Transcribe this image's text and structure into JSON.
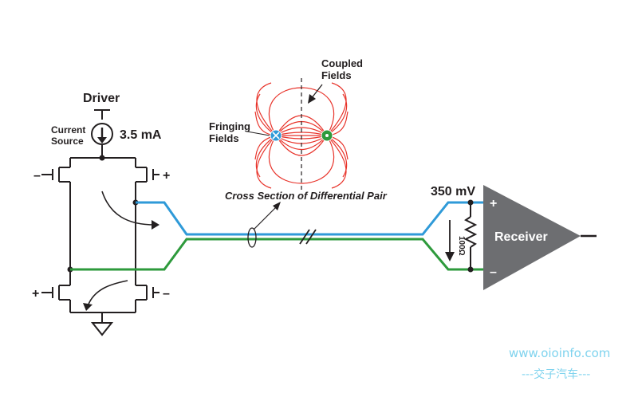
{
  "labels": {
    "driver": "Driver",
    "current_source_line1": "Current",
    "current_source_line2": "Source",
    "current_value": "3.5 mA",
    "coupled_fields_line1": "Coupled",
    "coupled_fields_line2": "Fields",
    "fringing_fields_line1": "Fringing",
    "fringing_fields_line2": "Fields",
    "cross_section": "Cross Section of Differential Pair",
    "voltage": "350 mV",
    "resistor": "100Ω",
    "receiver": "Receiver",
    "plus": "+",
    "minus": "–"
  },
  "watermark": {
    "url": "www.oioinfo.com",
    "subtitle": "---交子汽车---"
  },
  "colors": {
    "positive_line": "#2f9ad8",
    "negative_line": "#2e9a3c",
    "field_lines": "#e8332a",
    "receiver_fill": "#6d6e71",
    "wire": "#231f20"
  }
}
